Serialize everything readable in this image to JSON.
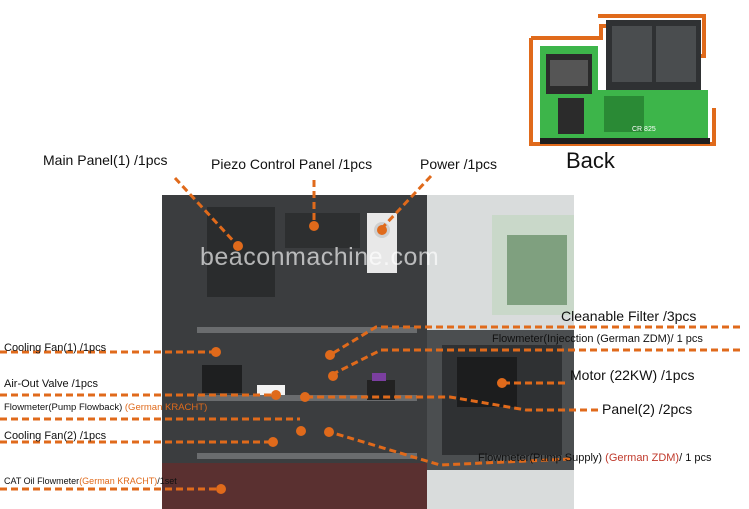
{
  "back_label": "Back",
  "machine_model": "CR 825",
  "watermark": "beaconmachine.com",
  "labels": {
    "main_panel": "Main Panel(1) /1pcs",
    "piezo_panel": "Piezo Control Panel /1pcs",
    "power": "Power /1pcs",
    "cleanable_filter": "Cleanable Filter /3pcs",
    "flowmeter_injection_main": "Flowmeter(Injecction (German ZDM)/ 1 pcs",
    "motor": "Motor (22KW) /1pcs",
    "panel2": "Panel(2) /2pcs",
    "flowmeter_supply_main": "Flowmeter(Pump Supply) ",
    "flowmeter_supply_brand": "(German ZDM)",
    "flowmeter_supply_qty": "/ 1 pcs",
    "cooling_fan1": "Cooling Fan(1) /1pcs",
    "air_out_valve": "Air-Out Valve /1pcs",
    "flowmeter_flowback_main": "Flowmeter(Pump Flowback) ",
    "flowmeter_flowback_brand": "(German KRACHT)",
    "cooling_fan2": "Cooling Fan(2) /1pcs",
    "cat_oil_main": "CAT Oil Flowmeter",
    "cat_oil_brand": "(German KRACHT)",
    "cat_oil_qty": "/1set"
  },
  "colors": {
    "accent": "#e06a1b",
    "machine_green": "#3db54a",
    "cabinet": "#3a3d3f"
  }
}
